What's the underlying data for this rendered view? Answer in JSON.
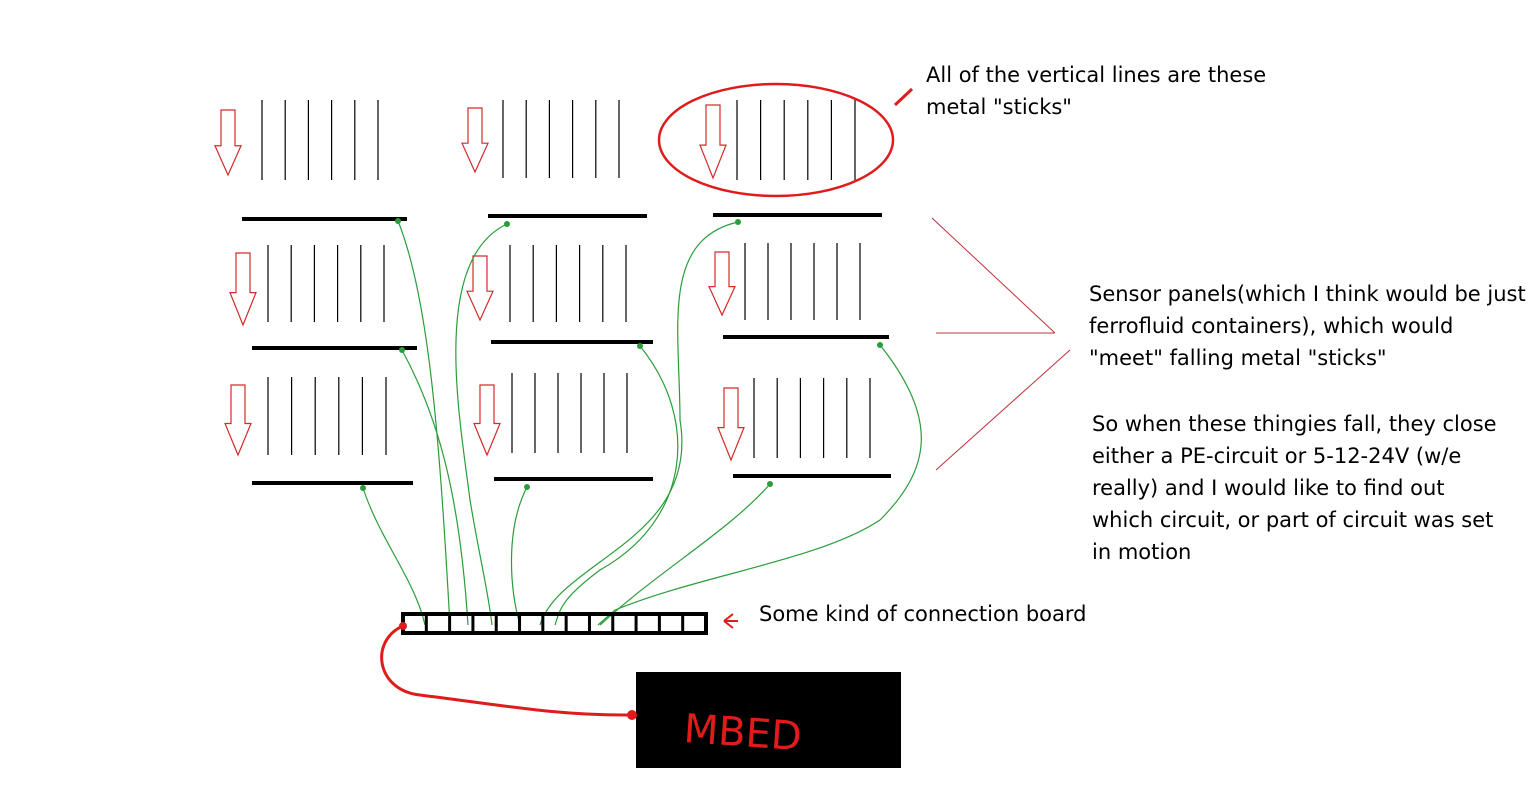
{
  "colors": {
    "arrow": "#d42a2a",
    "wire": "#2a9d3a",
    "power_wire": "#e01b1b",
    "bar": "#000000",
    "mbed_bg": "#000000"
  },
  "annotations": {
    "sticks_note": [
      "All of the vertical lines are these",
      "metal \"sticks\""
    ],
    "sensor_note": [
      "Sensor panels(which I think would be just",
      "ferrofluid containers), which would",
      "\"meet\" falling metal \"sticks\""
    ],
    "circuit_note": [
      "So when these thingies fall, they close",
      "either a PE-circuit or 5-12-24V (w/e",
      "really) and I would like to find out",
      "which circuit, or part of circuit was set",
      "in motion"
    ],
    "board_note": "Some kind of connection board"
  },
  "mbed": {
    "label": "MBED"
  },
  "layout_grid": {
    "rows": 3,
    "columns": 3,
    "sticks_per_panel": 6,
    "board_slots": 13
  }
}
